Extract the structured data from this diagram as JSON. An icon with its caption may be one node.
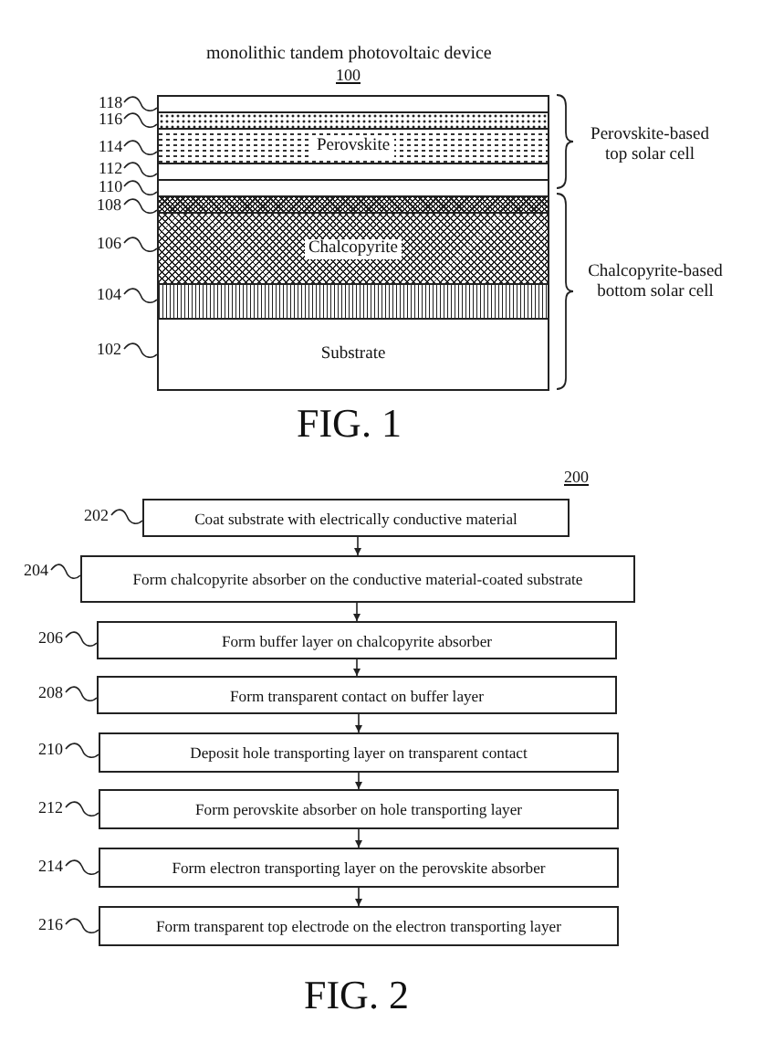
{
  "diagram": {
    "nodes": [
      {
        "text": [],
        "shape": "box"
      },
      {
        "text": [],
        "shape": "box"
      },
      {
        "text": [
          "Perovskite"
        ]
      },
      {
        "text": [],
        "shape": "box"
      },
      {
        "text": [],
        "shape": "box"
      },
      {
        "text": [],
        "shape": "box"
      },
      {
        "text": [
          "Chalcopyrite"
        ]
      },
      {
        "text": [],
        "shape": "box"
      },
      {
        "text": [
          "Substrate"
        ]
      },
      {
        "text": [
          "118"
        ]
      },
      {
        "text": [
          "116"
        ]
      },
      {
        "text": [
          "114"
        ]
      },
      {
        "text": [
          "112"
        ]
      },
      {
        "text": [
          "110"
        ]
      },
      {
        "text": [
          "108"
        ]
      },
      {
        "text": [
          "106"
        ]
      },
      {
        "text": [
          "104"
        ]
      },
      {
        "text": [
          "102"
        ]
      },
      {
        "text": [
          "Coat substrate with electrically conductive material"
        ]
      },
      {
        "text": [
          "Form chalcopyrite absorber on the conductive material-coated substrate"
        ]
      },
      {
        "text": [
          "Form buffer layer on chalcopyrite absorber"
        ]
      },
      {
        "text": [
          "Form transparent contact on buffer layer"
        ]
      },
      {
        "text": [
          "Deposit hole transporting layer on transparent contact"
        ]
      },
      {
        "text": [
          "Form perovskite absorber on hole transporting layer"
        ]
      },
      {
        "text": [
          "Form electron transporting layer on the perovskite absorber"
        ]
      },
      {
        "text": [
          "Form transparent top electrode on the electron transporting layer"
        ]
      },
      {
        "text": [
          "202"
        ]
      },
      {
        "text": [
          "204"
        ]
      },
      {
        "text": [
          "206"
        ]
      },
      {
        "text": [
          "208"
        ]
      },
      {
        "text": [
          "210"
        ]
      },
      {
        "text": [
          "212"
        ]
      },
      {
        "text": [
          "214"
        ]
      },
      {
        "text": [
          "216"
        ]
      }
    ],
    "edges": [
      {
        "from": 9,
        "to": 0,
        "arrow": "none"
      },
      {
        "from": 10,
        "to": 1,
        "arrow": "none"
      },
      {
        "from": 11,
        "to": 2,
        "arrow": "none"
      },
      {
        "from": 12,
        "to": 3,
        "arrow": "none"
      },
      {
        "from": 13,
        "to": 4,
        "arrow": "none"
      },
      {
        "from": 14,
        "to": 5,
        "arrow": "none"
      },
      {
        "from": 15,
        "to": 6,
        "arrow": "none"
      },
      {
        "from": 16,
        "to": 7,
        "arrow": "none"
      },
      {
        "from": 17,
        "to": 8,
        "arrow": "none"
      },
      {
        "from": 18,
        "to": 19,
        "arrow": "to"
      },
      {
        "from": 19,
        "to": 20,
        "arrow": "to"
      },
      {
        "from": 20,
        "to": 21,
        "arrow": "to"
      },
      {
        "from": 21,
        "to": 22,
        "arrow": "to"
      },
      {
        "from": 22,
        "to": 23,
        "arrow": "to"
      },
      {
        "from": 23,
        "to": 24,
        "arrow": "to"
      },
      {
        "from": 24,
        "to": 25,
        "arrow": "to"
      },
      {
        "from": 26,
        "to": 18,
        "arrow": "none"
      },
      {
        "from": 27,
        "to": 19,
        "arrow": "none"
      },
      {
        "from": 28,
        "to": 20,
        "arrow": "none"
      },
      {
        "from": 29,
        "to": 21,
        "arrow": "none"
      },
      {
        "from": 30,
        "to": 22,
        "arrow": "none"
      },
      {
        "from": 31,
        "to": 23,
        "arrow": "none"
      },
      {
        "from": 32,
        "to": 24,
        "arrow": "none"
      },
      {
        "from": 33,
        "to": 25,
        "arrow": "none"
      }
    ],
    "labels": [
      "monolithic tandem photovoltaic device",
      "100",
      "Perovskite-based top solar cell",
      "Chalcopyrite-based bottom solar cell",
      "FIG. 1",
      "200",
      "FIG. 2"
    ]
  }
}
